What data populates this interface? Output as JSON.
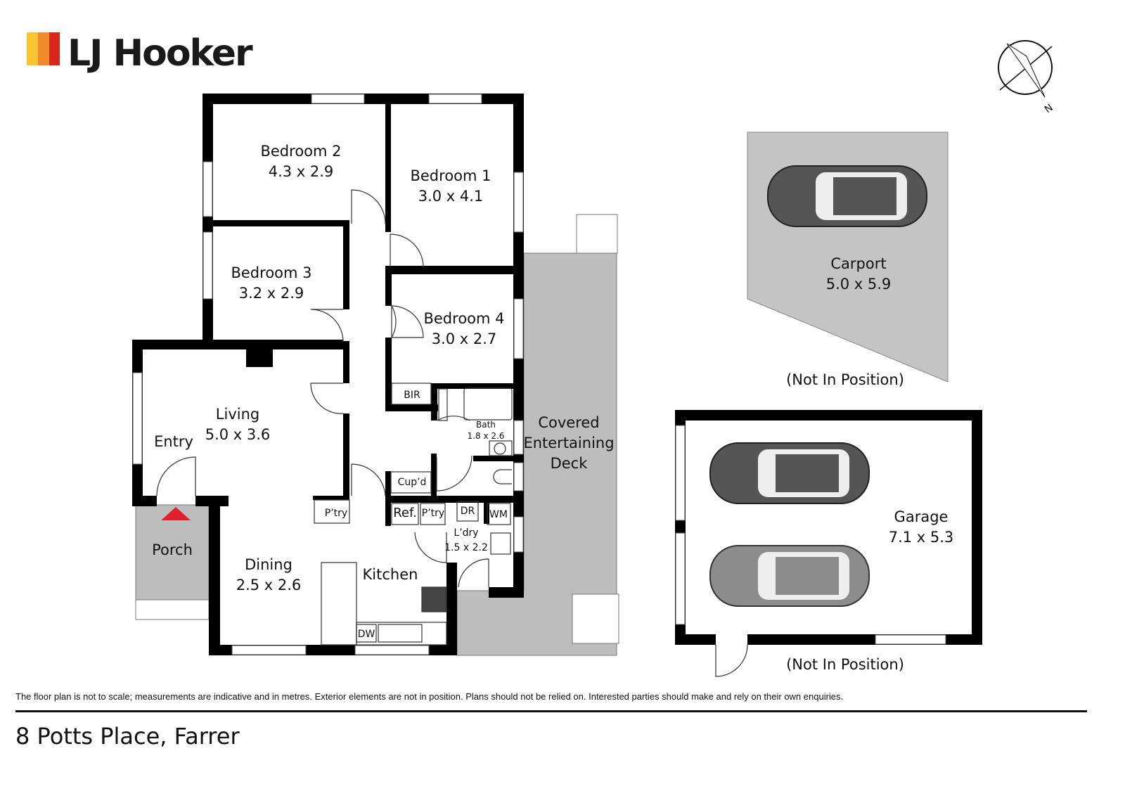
{
  "brand": {
    "name": "LJ Hooker",
    "colors": [
      "#f7c531",
      "#f08a2a",
      "#d9261c"
    ]
  },
  "compass": {
    "label": "N"
  },
  "rooms": {
    "bedroom2": {
      "name": "Bedroom 2",
      "size": "4.3 x 2.9"
    },
    "bedroom1": {
      "name": "Bedroom 1",
      "size": "3.0 x 4.1"
    },
    "bedroom3": {
      "name": "Bedroom 3",
      "size": "3.2 x 2.9"
    },
    "bedroom4": {
      "name": "Bedroom 4",
      "size": "3.0 x 2.7"
    },
    "living": {
      "name": "Living",
      "size": "5.0 x 3.6"
    },
    "entry": {
      "name": "Entry"
    },
    "porch": {
      "name": "Porch"
    },
    "dining": {
      "name": "Dining",
      "size": "2.5 x 2.6"
    },
    "kitchen": {
      "name": "Kitchen"
    },
    "bath": {
      "name": "Bath",
      "size": "1.8 x 2.6"
    },
    "laundry": {
      "name": "L’dry",
      "size": "1.5 x 2.2"
    },
    "deck": {
      "line1": "Covered",
      "line2": "Entertaining",
      "line3": "Deck"
    },
    "carport": {
      "name": "Carport",
      "size": "5.0 x 5.9",
      "note": "(Not In Position)"
    },
    "garage": {
      "name": "Garage",
      "size": "7.1 x 5.3",
      "note": "(Not In Position)"
    }
  },
  "fixtures": {
    "bir": "BIR",
    "cupd": "Cup’d",
    "ref": "Ref.",
    "pantry1": "P’try",
    "pantry2": "P’try",
    "dr": "DR",
    "wm": "WM",
    "dw": "DW"
  },
  "colors": {
    "deck": "#bdbdbd",
    "carport": "#c4c4c4",
    "entry_marker": "#e0202e"
  },
  "disclaimer": "The floor plan is not to scale; measurements are indicative and in metres. Exterior elements are not in position. Plans should not be relied on. Interested parties should make and rely on their own enquiries.",
  "address": "8 Potts Place, Farrer"
}
